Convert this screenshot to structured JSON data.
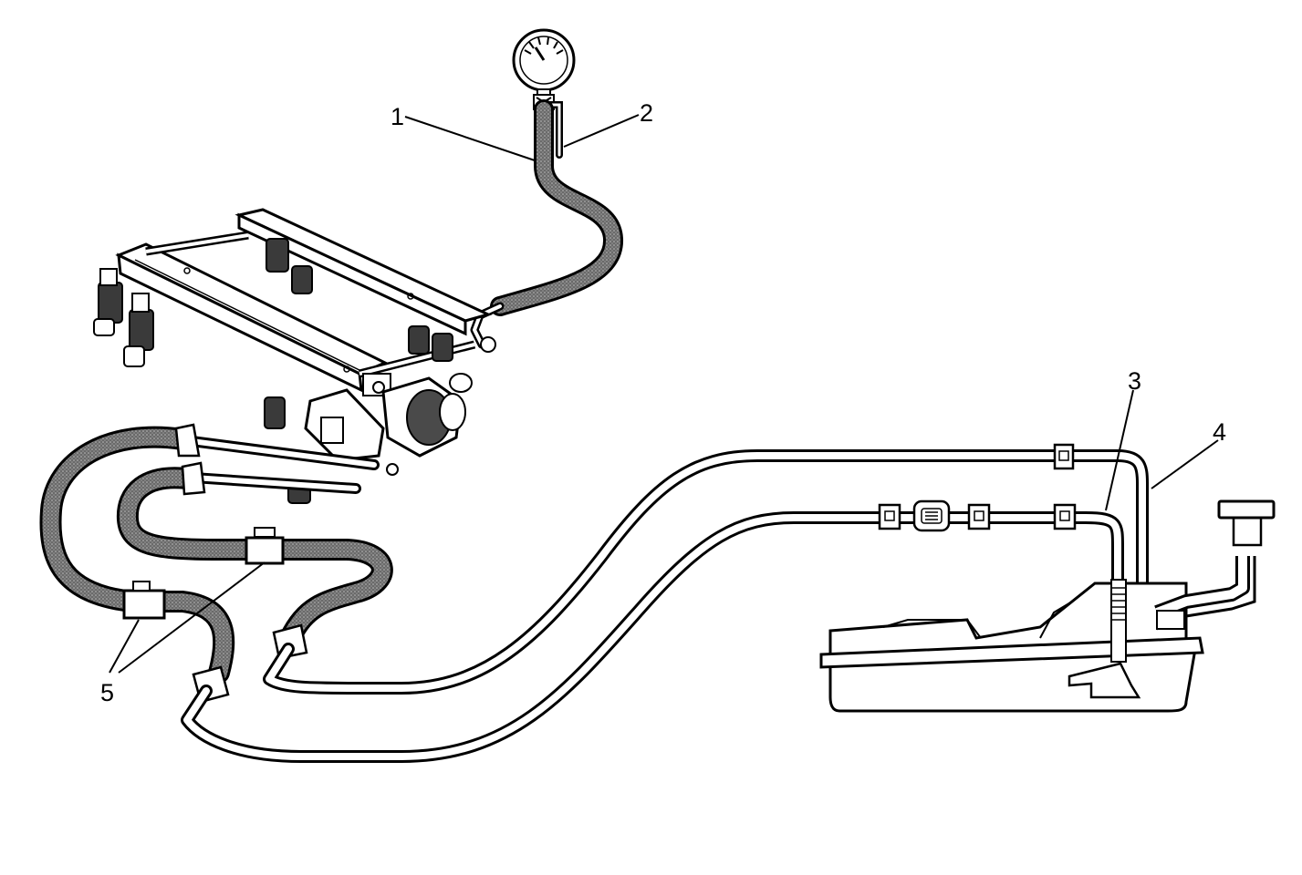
{
  "callouts": [
    {
      "id": "1",
      "label": "1"
    },
    {
      "id": "2",
      "label": "2"
    },
    {
      "id": "3",
      "label": "3"
    },
    {
      "id": "4",
      "label": "4"
    },
    {
      "id": "5",
      "label": "5"
    }
  ],
  "colors": {
    "ink": "#000000",
    "hose_fill": "#5a5a5a",
    "background": "#ffffff"
  }
}
